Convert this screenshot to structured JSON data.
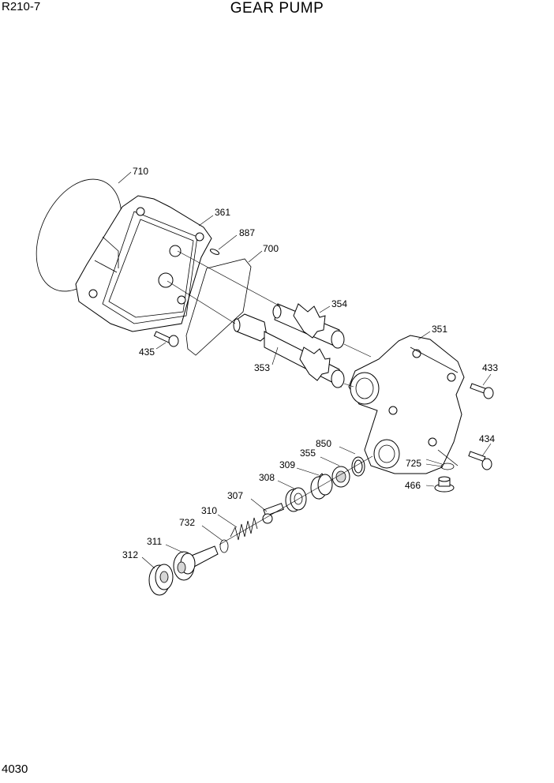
{
  "header": {
    "model": "R210-7",
    "title": "GEAR PUMP"
  },
  "footer": {
    "page_number": "4030"
  },
  "labels": {
    "710": "710",
    "361": "361",
    "887": "887",
    "700": "700",
    "354": "354",
    "435": "435",
    "353": "353",
    "351": "351",
    "433": "433",
    "850": "850",
    "355": "355",
    "309": "309",
    "308": "308",
    "307": "307",
    "310": "310",
    "732": "732",
    "311": "311",
    "312": "312",
    "434": "434",
    "725": "725",
    "466": "466"
  }
}
